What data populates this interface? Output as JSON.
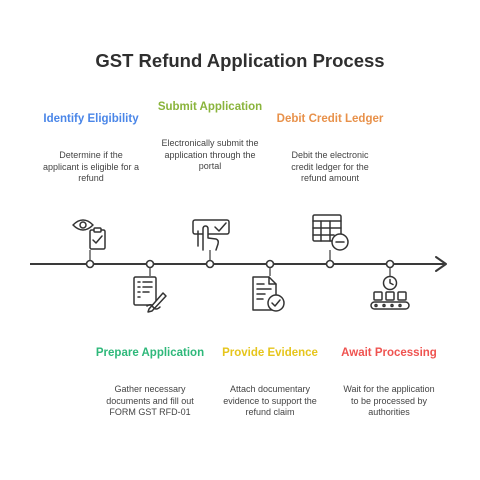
{
  "title": "GST Refund Application Process",
  "colors": {
    "line": "#3a3a3a",
    "icon": "#333333",
    "identify": "#4a86e8",
    "submit": "#8ab43c",
    "debit": "#e8914a",
    "prepare": "#2eb87a",
    "evidence": "#e6c51c",
    "await": "#ef5350"
  },
  "steps": [
    {
      "id": "identify",
      "title": "Identify Eligibility",
      "desc": "Determine if the applicant is eligible for a refund",
      "icon": "eye-checklist-icon"
    },
    {
      "id": "prepare",
      "title": "Prepare Application",
      "desc": "Gather necessary documents and fill out FORM GST RFD-01",
      "icon": "form-pen-icon"
    },
    {
      "id": "submit",
      "title": "Submit Application",
      "desc": "Electronically submit the application through the portal",
      "icon": "touch-submit-icon"
    },
    {
      "id": "evidence",
      "title": "Provide Evidence",
      "desc": "Attach documentary evidence to support the refund claim",
      "icon": "document-check-icon"
    },
    {
      "id": "debit",
      "title": "Debit Credit Ledger",
      "desc": "Debit the electronic credit ledger for the refund amount",
      "icon": "ledger-minus-icon"
    },
    {
      "id": "await",
      "title": "Await Processing",
      "desc": "Wait for the application to be processed by authorities",
      "icon": "conveyor-clock-icon"
    }
  ]
}
